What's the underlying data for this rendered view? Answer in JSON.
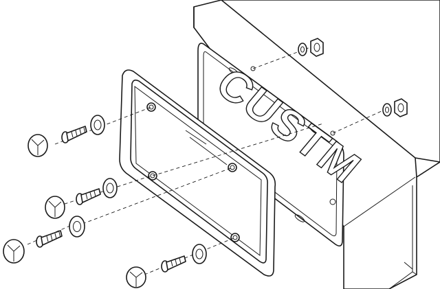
{
  "diagram": {
    "plate_text": "CUSTM",
    "colors": {
      "ink": "#1a1a1a",
      "paper": "#ffffff"
    },
    "parts": [
      "bumper-bracket",
      "license-plate",
      "plate-frame",
      "screw",
      "washer",
      "cap",
      "nut"
    ]
  }
}
